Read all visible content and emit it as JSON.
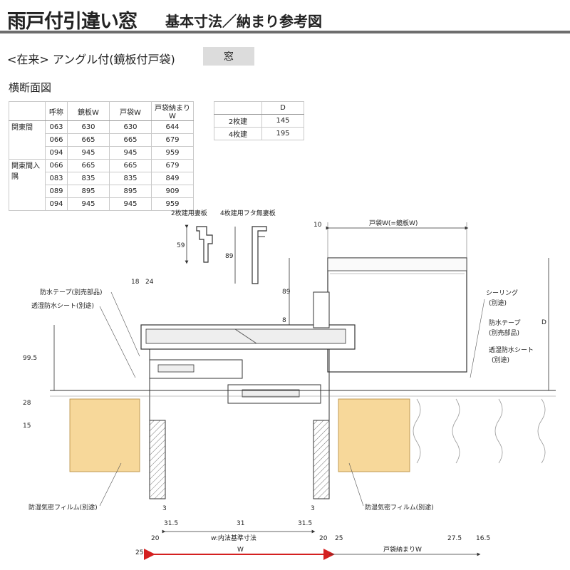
{
  "header": {
    "title": "雨戸付引違い窓",
    "subtitle": "基本寸法／納まり参考図"
  },
  "section": {
    "product_label": "<在来> アングル付(鏡板付戸袋)",
    "type_label": "窓",
    "title": "横断面図"
  },
  "table_main": {
    "headers": [
      "",
      "呼称",
      "鏡板W",
      "戸袋W",
      "戸袋納まりW"
    ],
    "groups": [
      {
        "label": "関東間",
        "rows": [
          [
            "063",
            "630",
            "630",
            "644"
          ],
          [
            "066",
            "665",
            "665",
            "679"
          ],
          [
            "094",
            "945",
            "945",
            "959"
          ]
        ]
      },
      {
        "label": "関東間入隅",
        "rows": [
          [
            "066",
            "665",
            "665",
            "679"
          ],
          [
            "083",
            "835",
            "835",
            "849"
          ],
          [
            "089",
            "895",
            "895",
            "909"
          ],
          [
            "094",
            "945",
            "945",
            "959"
          ]
        ]
      }
    ]
  },
  "table_d": {
    "headers": [
      "",
      "D"
    ],
    "rows": [
      [
        "2枚建",
        "145"
      ],
      [
        "4枚建",
        "195"
      ]
    ]
  },
  "drawing": {
    "insets": {
      "label_2": "2枚建用妻板",
      "label_4": "4枚建用フタ無妻板",
      "dim_59": "59",
      "dim_89": "89"
    },
    "dims": {
      "d10": "10",
      "tobukuro_w": "戸袋W(=鏡板W)",
      "d18": "18",
      "d24": "24",
      "d89": "89",
      "d8": "8",
      "d99_5": "99.5",
      "d28": "28",
      "d15": "15",
      "d_D": "D",
      "d3_left": "3",
      "d31_5_left": "31.5",
      "d31": "31",
      "d31_5_right": "31.5",
      "d3_right": "3",
      "d20_left": "20",
      "w_inner": "w:内法基準寸法",
      "d20_right": "20",
      "d25_mid": "25",
      "d27_5": "27.5",
      "d16_5": "16.5",
      "d25_left": "25",
      "w_total": "W",
      "tobukuro_osamari_w": "戸袋納まりW"
    },
    "labels": {
      "waterproof_tape": "防水テープ(別売部品)",
      "moisture_sheet": "透湿防水シート(別途)",
      "sealing_1": "シーリング",
      "sealing_2": "(別途)",
      "tape_r1": "防水テープ",
      "tape_r2": "(別売部品)",
      "sheet_r1": "透湿防水シート",
      "sheet_r2": "(別途)",
      "vapor_left": "防湿気密フィルム(別途)",
      "vapor_right": "防湿気密フィルム(別途)"
    },
    "colors": {
      "insulation": "#f7d89a",
      "red_dim": "#d42020",
      "line": "#333333"
    }
  }
}
